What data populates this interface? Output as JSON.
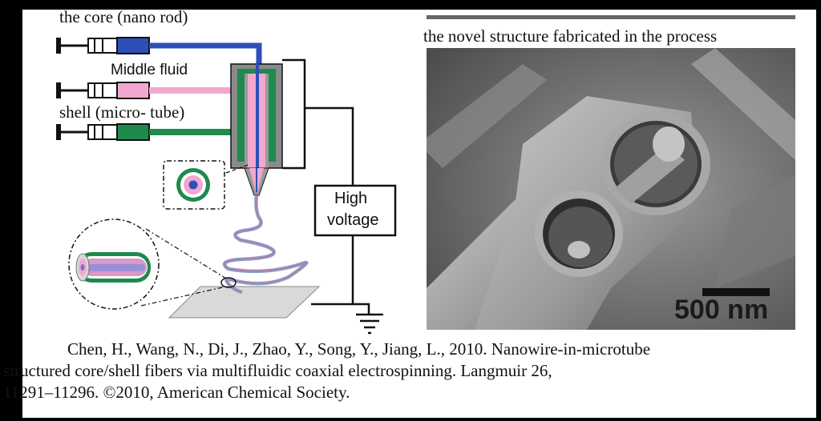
{
  "labels": {
    "core": "the core (nano rod)",
    "middle": "Middle fluid",
    "shell": "shell (micro- tube)",
    "hv_line1": "High",
    "hv_line2": "voltage",
    "sem_title": "the novel structure fabricated in the process",
    "scale": "500 nm"
  },
  "caption": {
    "line1": "Chen, H., Wang, N., Di, J., Zhao, Y., Song, Y., Jiang, L., 2010. Nanowire-in-microtube",
    "line2": "structured core/shell fibers via multifluidic coaxial electrospinning. Langmuir 26,",
    "line3": "11291–11296. ©2010, American Chemical Society."
  },
  "colors": {
    "core": "#2e4fb8",
    "middle": "#f0a8d0",
    "shell": "#1e8a4e",
    "frame": "#000000"
  }
}
